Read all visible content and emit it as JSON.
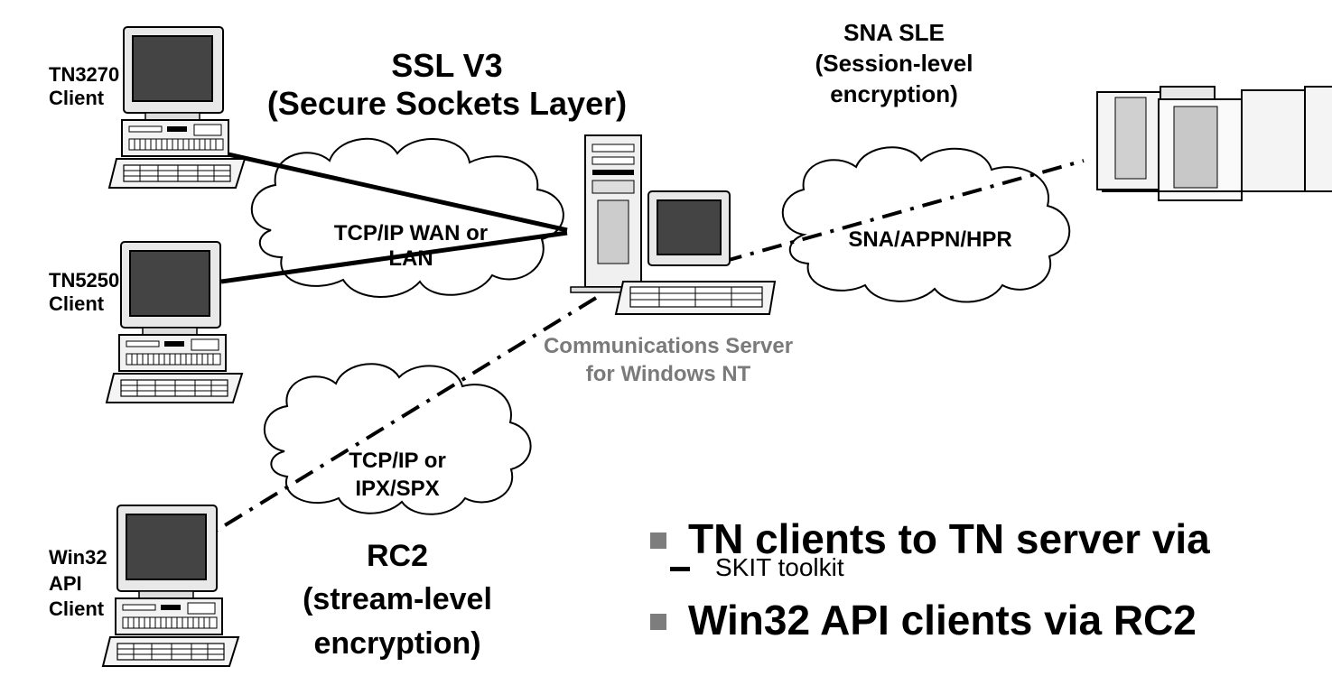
{
  "clients": {
    "tn3270": [
      "TN3270",
      "Client"
    ],
    "tn5250": [
      "TN5250",
      "Client"
    ],
    "win32": [
      "Win32",
      "API",
      "Client"
    ]
  },
  "titles": {
    "ssl": [
      "SSL V3",
      "(Secure Sockets Layer)"
    ],
    "sna_sle": [
      "SNA SLE",
      "(Session-level",
      "encryption)"
    ],
    "rc2": [
      "RC2",
      "(stream-level",
      "encryption)"
    ]
  },
  "clouds": {
    "tcpip_wan": [
      "TCP/IP WAN or",
      "LAN"
    ],
    "sna_appn": [
      "SNA/APPN/HPR"
    ],
    "tcpip_ipx": [
      "TCP/IP or",
      "IPX/SPX"
    ]
  },
  "server_label": [
    "Communications Server",
    "for Windows NT"
  ],
  "bullets": [
    {
      "text": "TN clients to TN server via",
      "sub": "SKIT toolkit"
    },
    {
      "text": "Win32 API clients via RC2",
      "sub": ""
    }
  ],
  "colors": {
    "bullet_square": "#7d7d7d",
    "server_label": "#7a7a7a",
    "cloud_fill": "#ffffff"
  },
  "icons": [
    "desktop-computer-icon",
    "tower-server-icon",
    "mainframe-icon",
    "cloud-icon"
  ]
}
